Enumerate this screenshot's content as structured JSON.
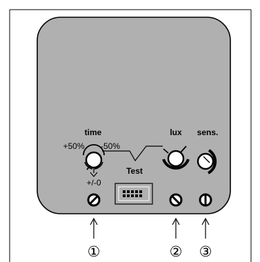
{
  "panel": {
    "background_color": "#b0b0b0",
    "outline_color": "#000000"
  },
  "labels": {
    "time": "time",
    "plus50": "+50%",
    "minus50": "-50%",
    "plusminus0": "+/-0",
    "test": "Test",
    "lux": "lux",
    "sens": "sens."
  },
  "callouts": [
    "①",
    "②",
    "③"
  ],
  "icons": [
    "time-adjust-dial-icon",
    "lux-adjust-dial-icon",
    "sens-adjust-dial-icon",
    "dip-switch-block-icon",
    "screw-1-icon",
    "screw-2-icon",
    "screw-3-icon"
  ]
}
